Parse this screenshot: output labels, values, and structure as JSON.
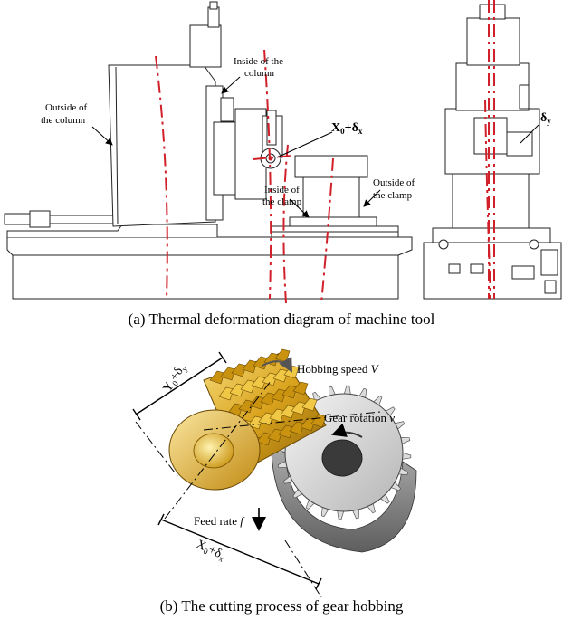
{
  "panel_a": {
    "caption_letter": "(a)",
    "caption_text": "Thermal deformation diagram of machine tool",
    "labels": {
      "outside_column_1": "Outside of",
      "outside_column_2": "the column",
      "inside_column_1": "Inside of the",
      "inside_column_2": "column",
      "x0_base": "X",
      "x0_sub": "0",
      "x0_plus": "+δ",
      "x0_delta_sub": "x",
      "delta_y_base": "δ",
      "delta_y_sub": "y",
      "inside_clamp_1": "Inside of",
      "inside_clamp_2": "the clamp",
      "outside_clamp_1": "Outside of",
      "outside_clamp_2": "the clamp"
    }
  },
  "panel_b": {
    "caption_letter": "(b)",
    "caption_text": "The cutting process of gear hobbing",
    "labels": {
      "hobbing_speed": "Hobbing speed ",
      "hobbing_speed_var": "V",
      "gear_rotation": "Gear rotation ",
      "gear_rotation_var": "v",
      "feed_rate": "Feed rate ",
      "feed_rate_var": "f",
      "y0_base": "Y",
      "y0_sub": "0",
      "y0_plus": "+δ",
      "y0_delta_sub": "y",
      "x0_base": "X",
      "x0_sub": "0",
      "x0_plus": "+δ",
      "x0_delta_sub": "x"
    }
  },
  "colors": {
    "deformation_line": "#d0202a",
    "hob_gold": "#d9a21c",
    "hob_dark": "#8a6208",
    "hob_light": "#f4d56a",
    "gear_light": "#e6e6e6",
    "gear_dark": "#8c8c8c",
    "outline": "#222222"
  }
}
